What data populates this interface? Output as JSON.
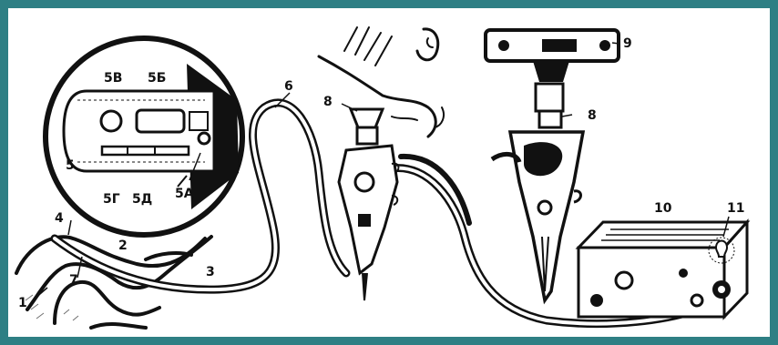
{
  "colors": {
    "frame": "#2e7f84",
    "ink": "#111111",
    "paper": "#ffffff"
  },
  "labels": {
    "l1": "1",
    "l2": "2",
    "l3": "3",
    "l4": "4",
    "l5": "5",
    "l5A": "5А",
    "l5B": "5Б",
    "l5V": "5В",
    "l5G": "5Г",
    "l5D": "5Д",
    "l6": "6",
    "l7": "7",
    "l8a": "8",
    "l8b": "8",
    "l9": "9",
    "l10": "10",
    "l11": "11"
  },
  "insets": {
    "wave_text": "~~~~~~~~~"
  }
}
